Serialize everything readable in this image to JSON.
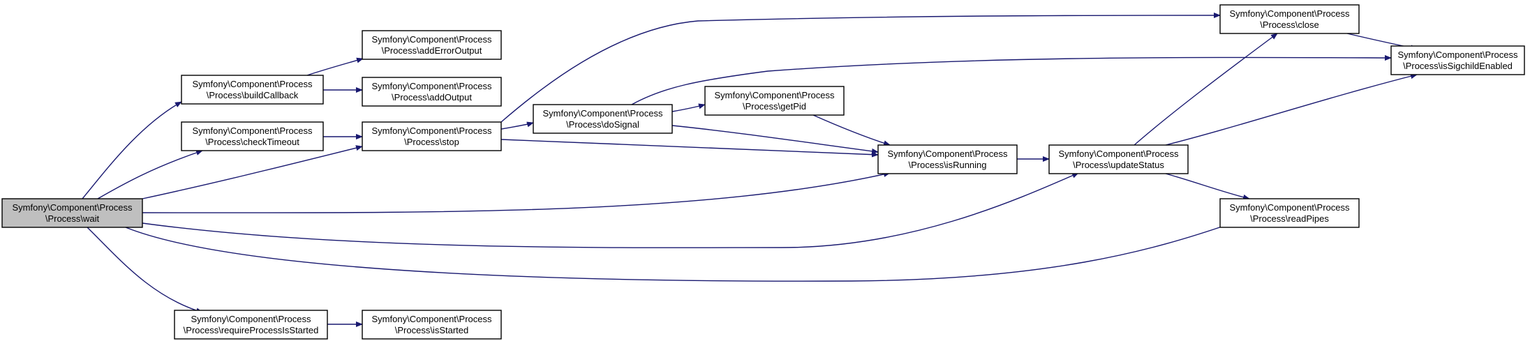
{
  "colors": {
    "edge": "#191970",
    "node_fill": "#ffffff",
    "node_highlight_fill": "#bfbfbf",
    "node_border": "#000000"
  },
  "nodes": [
    {
      "id": "wait",
      "line1": "Symfony\\Component\\Process",
      "line2": "\\Process\\wait",
      "highlight": true
    },
    {
      "id": "buildCallback",
      "line1": "Symfony\\Component\\Process",
      "line2": "\\Process\\buildCallback"
    },
    {
      "id": "checkTimeout",
      "line1": "Symfony\\Component\\Process",
      "line2": "\\Process\\checkTimeout"
    },
    {
      "id": "requireProcessIsStarted",
      "line1": "Symfony\\Component\\Process",
      "line2": "\\Process\\requireProcessIsStarted"
    },
    {
      "id": "addErrorOutput",
      "line1": "Symfony\\Component\\Process",
      "line2": "\\Process\\addErrorOutput"
    },
    {
      "id": "addOutput",
      "line1": "Symfony\\Component\\Process",
      "line2": "\\Process\\addOutput"
    },
    {
      "id": "stop",
      "line1": "Symfony\\Component\\Process",
      "line2": "\\Process\\stop"
    },
    {
      "id": "isStarted",
      "line1": "Symfony\\Component\\Process",
      "line2": "\\Process\\isStarted"
    },
    {
      "id": "doSignal",
      "line1": "Symfony\\Component\\Process",
      "line2": "\\Process\\doSignal"
    },
    {
      "id": "getPid",
      "line1": "Symfony\\Component\\Process",
      "line2": "\\Process\\getPid"
    },
    {
      "id": "isRunning",
      "line1": "Symfony\\Component\\Process",
      "line2": "\\Process\\isRunning"
    },
    {
      "id": "updateStatus",
      "line1": "Symfony\\Component\\Process",
      "line2": "\\Process\\updateStatus"
    },
    {
      "id": "close",
      "line1": "Symfony\\Component\\Process",
      "line2": "\\Process\\close"
    },
    {
      "id": "readPipes",
      "line1": "Symfony\\Component\\Process",
      "line2": "\\Process\\readPipes"
    },
    {
      "id": "isSigchildEnabled",
      "line1": "Symfony\\Component\\Process",
      "line2": "\\Process\\isSigchildEnabled"
    }
  ],
  "edges": [
    {
      "from": "wait",
      "to": "buildCallback"
    },
    {
      "from": "wait",
      "to": "checkTimeout"
    },
    {
      "from": "wait",
      "to": "stop"
    },
    {
      "from": "wait",
      "to": "isRunning"
    },
    {
      "from": "wait",
      "to": "updateStatus"
    },
    {
      "from": "wait",
      "to": "readPipes"
    },
    {
      "from": "wait",
      "to": "requireProcessIsStarted"
    },
    {
      "from": "buildCallback",
      "to": "addErrorOutput"
    },
    {
      "from": "buildCallback",
      "to": "addOutput"
    },
    {
      "from": "checkTimeout",
      "to": "stop"
    },
    {
      "from": "requireProcessIsStarted",
      "to": "isStarted"
    },
    {
      "from": "stop",
      "to": "close"
    },
    {
      "from": "stop",
      "to": "doSignal"
    },
    {
      "from": "stop",
      "to": "isRunning"
    },
    {
      "from": "doSignal",
      "to": "isSigchildEnabled"
    },
    {
      "from": "doSignal",
      "to": "getPid"
    },
    {
      "from": "doSignal",
      "to": "isRunning"
    },
    {
      "from": "getPid",
      "to": "isRunning"
    },
    {
      "from": "isRunning",
      "to": "updateStatus"
    },
    {
      "from": "updateStatus",
      "to": "close"
    },
    {
      "from": "updateStatus",
      "to": "isSigchildEnabled"
    },
    {
      "from": "updateStatus",
      "to": "readPipes"
    },
    {
      "from": "close",
      "to": "isSigchildEnabled"
    }
  ]
}
